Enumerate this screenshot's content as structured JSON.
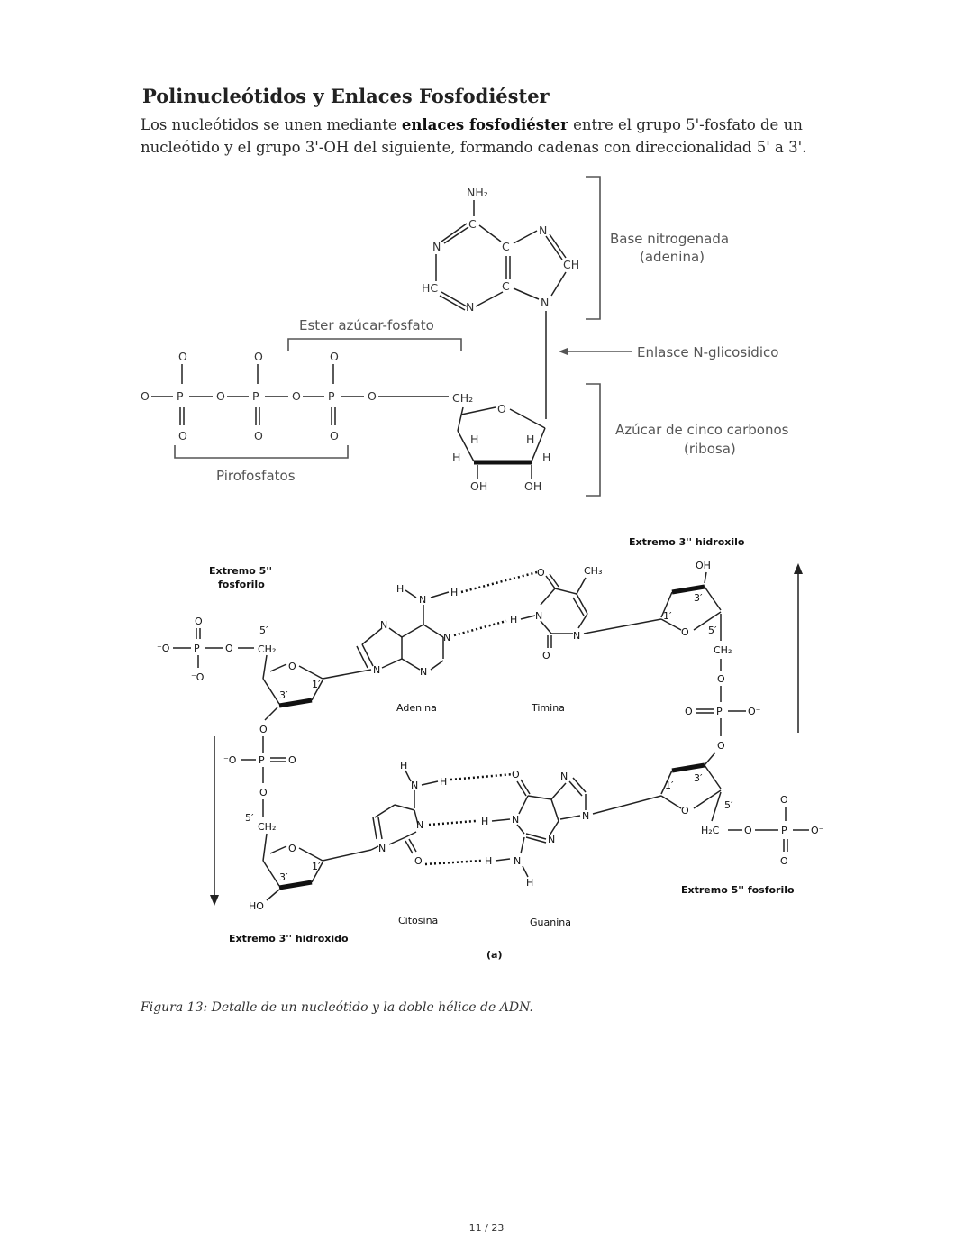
{
  "section": {
    "title": "Polinucleótidos y Enlaces Fosfodiéster",
    "intro_pre": "Los nucleótidos se unen mediante ",
    "intro_bold": "enlaces fosfodiéster",
    "intro_post": " entre el grupo 5'-fosfato de un nucleótido y el grupo 3'-OH del siguiente, formando cadenas con direccionalidad 5' a 3'."
  },
  "figure_nucleotide": {
    "base_label_1": "Base nitrogenada",
    "base_label_2": "(adenina)",
    "ester_label": "Ester azúcar-fosfato",
    "glyco_label": "Enlasce N-glicosidico",
    "sugar_label_1": "Azúcar de cinco carbonos",
    "sugar_label_2": "(ribosa)",
    "pyro_label": "Pirofosfatos",
    "nh2": "NH₂",
    "ch2": "CH₂",
    "oh": "OH"
  },
  "figure_dna": {
    "end_3_hydroxyl_top": "Extremo 3'' hidroxilo",
    "end_5_phosphoryl_left_1": "Extremo 5''",
    "end_5_phosphoryl_left_2": "fosforilo",
    "end_5_phosphoryl_right": "Extremo 5'' fosforilo",
    "end_3_hydroxyl_bottom": "Extremo 3'' hidroxido",
    "base_adenine": "Adenina",
    "base_thymine": "Timina",
    "base_cytosine": "Citosina",
    "base_guanine": "Guanina",
    "panel_label": "(a)"
  },
  "caption": "Figura 13: Detalle de un nucleótido y la doble hélice de ADN.",
  "page_number": "11 / 23"
}
